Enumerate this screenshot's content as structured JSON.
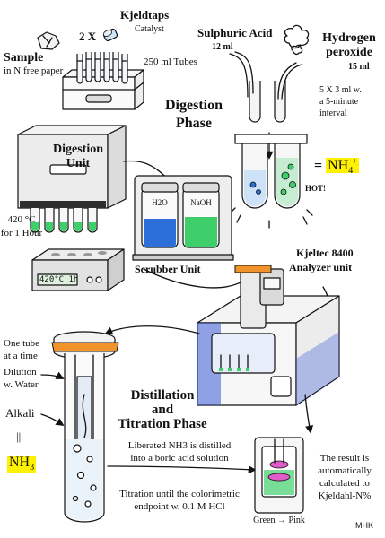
{
  "top": {
    "kjeldtaps": "Kjeldtaps",
    "multiplier": "2 X",
    "catalyst": "Catalyst",
    "sample_line1": "Sample",
    "sample_line2": "in N free paper",
    "tubes_250": "250 ml Tubes",
    "sulphuric_acid": "Sulphuric Acid",
    "sulphuric_volume": "12 ml",
    "hydrogen_line1": "Hydrogen",
    "hydrogen_line2": "peroxide",
    "hydrogen_volume": "15 ml",
    "interval_line1": "5 X 3 ml w.",
    "interval_line2": "a 5-minute",
    "interval_line3": "interval"
  },
  "digestion": {
    "phase_line1": "Digestion",
    "phase_line2": "Phase",
    "result_prefix": "=",
    "result_formula": "NH",
    "result_sub": "4",
    "result_sup": "+",
    "hot_label": "HOT!",
    "unit_line1": "Digestion",
    "unit_line2": "Unit",
    "temp_line1": "420 °C",
    "temp_line2": "for 1 Hour",
    "display": "420°C  1h",
    "scrubber": "Scrubber Unit",
    "bottle_left": "H2O",
    "bottle_right": "NaOH"
  },
  "analyzer": {
    "label_line1": "Kjeltec 8400",
    "label_line2": "Analyzer unit"
  },
  "distillation": {
    "one_tube_line1": "One tube",
    "one_tube_line2": "at a time",
    "dilution_line1": "Dilution",
    "dilution_line2": "w. Water",
    "alkali": "Alkali",
    "equals": "||",
    "nh3": "NH",
    "nh3_sub": "3",
    "phase_line1": "Distillation",
    "phase_line2": "and",
    "phase_line3": "Titration Phase",
    "liberated_line1": "Liberated NH3 is distilled",
    "liberated_line2": "into a boric acid solution",
    "titration_line1": "Titration until the colorimetric",
    "titration_line2": "endpoint  w. 0.1 M HCl",
    "result_line1": "The result is",
    "result_line2": "automatically",
    "result_line3": "calculated to",
    "result_line4": "Kjeldahl-N%",
    "color_change": "Green → Pink",
    "signature": "MHK"
  },
  "colors": {
    "highlight": "#fff200",
    "orange_ring": "#f0932b",
    "green_liquid": "#3fcf6a",
    "blue_liquid": "#2c6fd8",
    "pink": "#e05cc8",
    "analyzer_blue": "#3b5bd6"
  }
}
